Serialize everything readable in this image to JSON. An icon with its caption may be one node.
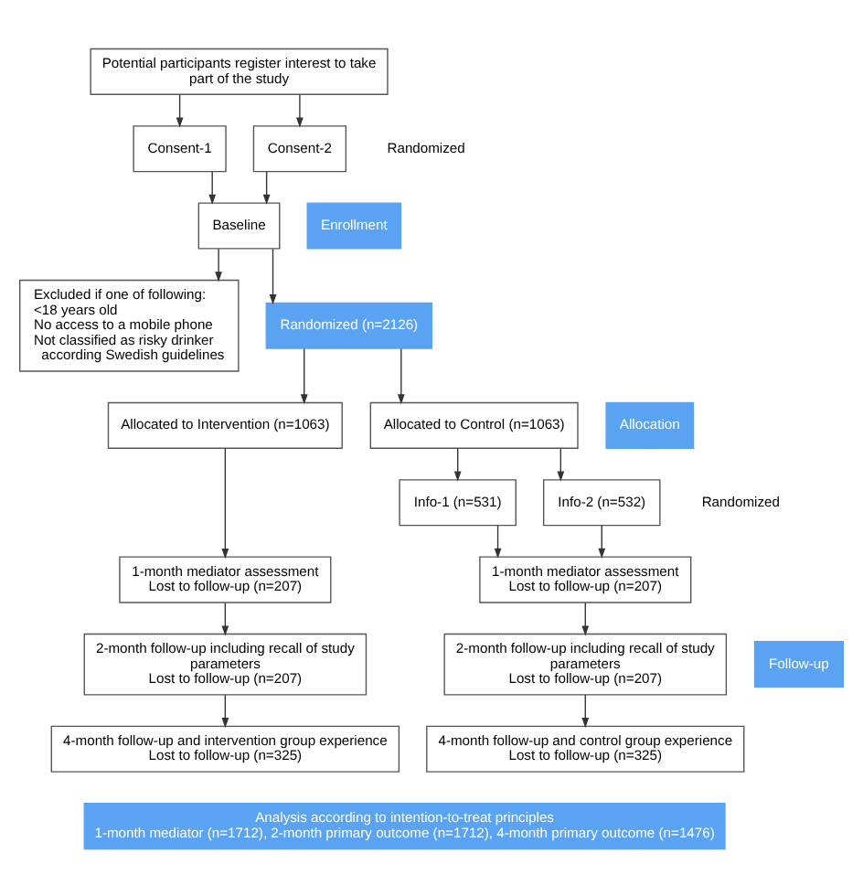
{
  "diagram": {
    "nodes": [
      {
        "text": [
          "Potential participants register interest to take part of the study"
        ]
      },
      {
        "text": [
          "Consent-1"
        ]
      },
      {
        "text": [
          "Consent-2"
        ]
      },
      {
        "text": [
          "Enrollment"
        ]
      },
      {
        "text": [
          "Baseline"
        ]
      },
      {
        "text": [
          "Excluded if one of following:",
          "<18 years old",
          "No access to a mobile phone",
          "Not classified as risky drinker according Swedish guidelines"
        ]
      },
      {
        "text": [
          "Randomized (n=2126)"
        ]
      },
      {
        "text": [
          "Allocation"
        ]
      },
      {
        "text": [
          "Allocated to Intervention (n=1063)"
        ]
      },
      {
        "text": [
          "Allocated to Control (n=1063)"
        ]
      },
      {
        "text": [
          "Info-1 (n=531)"
        ]
      },
      {
        "text": [
          "Info-2 (n=532)"
        ]
      },
      {
        "text": [
          "1-month mediator assessment",
          "Lost to follow-up (n=207)"
        ]
      },
      {
        "text": [
          "1-month mediator assessment",
          "Lost to follow-up (n=207)"
        ]
      },
      {
        "text": [
          "Follow-up"
        ]
      },
      {
        "text": [
          "2-month follow-up including recall of study parameters",
          "Lost to follow-up (n=207)"
        ]
      },
      {
        "text": [
          "2-month follow-up including recall of study parameters",
          "Lost to follow-up (n=207)"
        ]
      },
      {
        "text": [
          "4-month follow-up and intervention group experience",
          "Lost to follow-up (n=325)"
        ]
      },
      {
        "text": [
          "4-month follow-up and control group experience",
          "Lost to follow-up (n=325)"
        ]
      },
      {
        "text": [
          "Analysis according to intention-to-treat principles",
          "1-month mediator (n=1712), 2-month primary outcome (n=1712), 4-month primary outcome (n=1476)"
        ]
      }
    ],
    "edges": [
      {
        "from": 0,
        "to": 1,
        "arrow": "to"
      },
      {
        "from": 0,
        "to": 2,
        "arrow": "to"
      },
      {
        "from": 1,
        "to": 4,
        "arrow": "to"
      },
      {
        "from": 2,
        "to": 4,
        "arrow": "to"
      },
      {
        "from": 4,
        "to": 5,
        "arrow": "to"
      },
      {
        "from": 4,
        "to": 6,
        "arrow": "to"
      },
      {
        "from": 6,
        "to": 8,
        "arrow": "to"
      },
      {
        "from": 6,
        "to": 9,
        "arrow": "to"
      },
      {
        "from": 8,
        "to": 12,
        "arrow": "to"
      },
      {
        "from": 9,
        "to": 10,
        "arrow": "to"
      },
      {
        "from": 9,
        "to": 11,
        "arrow": "to"
      },
      {
        "from": 10,
        "to": 13,
        "arrow": "to"
      },
      {
        "from": 11,
        "to": 13,
        "arrow": "to"
      },
      {
        "from": 12,
        "to": 15,
        "arrow": "to"
      },
      {
        "from": 13,
        "to": 16,
        "arrow": "to"
      },
      {
        "from": 15,
        "to": 17,
        "arrow": "to"
      },
      {
        "from": 16,
        "to": 18,
        "arrow": "to"
      }
    ],
    "labels": [
      "Randomized",
      "Randomized"
    ]
  }
}
